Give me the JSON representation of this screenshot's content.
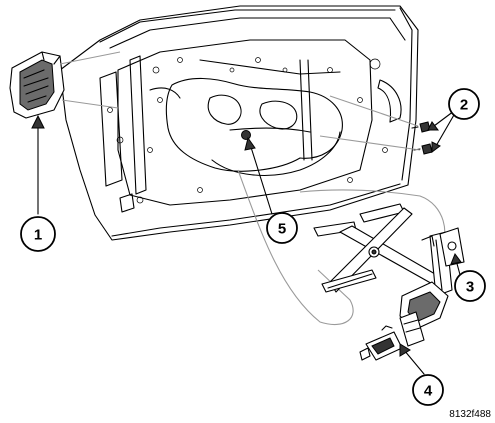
{
  "callouts": {
    "c1": "1",
    "c2": "2",
    "c3": "3",
    "c4": "4",
    "c5": "5"
  },
  "figure_ref": "8132f488"
}
